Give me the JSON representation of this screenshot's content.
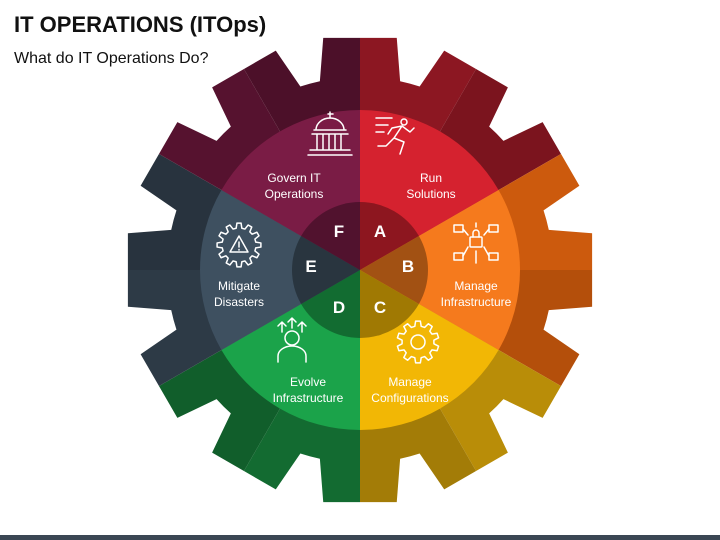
{
  "title": "IT OPERATIONS (ITOps)",
  "subtitle": "What do IT Operations Do?",
  "segments": [
    {
      "letter": "A",
      "line1": "Run",
      "line2": "Solutions",
      "icon": "running-person-icon",
      "color": "#d5222f",
      "dark": "#8c1722"
    },
    {
      "letter": "B",
      "line1": "Manage",
      "line2": "Infrastructure",
      "icon": "network-lock-icon",
      "color": "#f57a1d",
      "dark": "#cc5a0d"
    },
    {
      "letter": "C",
      "line1": "Manage",
      "line2": "Configurations",
      "icon": "gear-icon",
      "color": "#f2b705",
      "dark": "#b98d08"
    },
    {
      "letter": "D",
      "line1": "Evolve",
      "line2": "Infrastructure",
      "icon": "person-growth-icon",
      "color": "#1ba34a",
      "dark": "#136b31"
    },
    {
      "letter": "E",
      "line1": "Mitigate",
      "line2": "Disasters",
      "icon": "warning-gear-icon",
      "color": "#3e5060",
      "dark": "#2d3a46"
    },
    {
      "letter": "F",
      "line1": "Govern IT",
      "line2": "Operations",
      "icon": "government-building-icon",
      "color": "#7a1c45",
      "dark": "#56122f"
    }
  ]
}
